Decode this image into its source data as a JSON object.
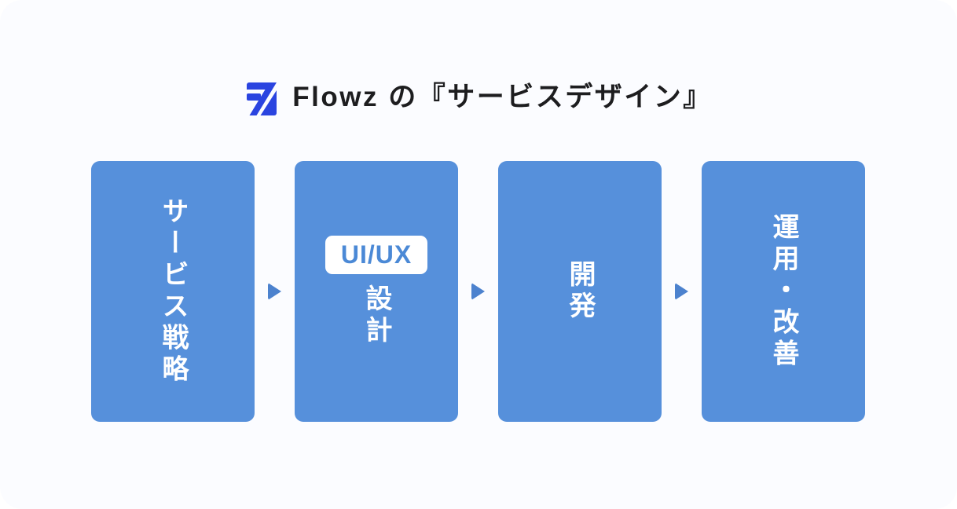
{
  "canvas": {
    "background": "#FBFCFF"
  },
  "header": {
    "logo_icon": "flowz-logo",
    "title": "Flowz の『サービスデザイン』"
  },
  "flow": {
    "direction": "left-to-right",
    "connector_icon": "arrow-right-triangle",
    "steps": [
      {
        "id": "service-strategy",
        "label": "サービス戦略"
      },
      {
        "id": "uiux-design",
        "badge": "UI/UX",
        "label": "設計"
      },
      {
        "id": "development",
        "label": "開発"
      },
      {
        "id": "operation-improvement",
        "label": "運用・改善"
      }
    ]
  },
  "colors": {
    "background": "#FBFCFF",
    "box_blue": "#5690DB",
    "box_text": "#FFFFFF",
    "arrow_blue": "#4C82CE",
    "badge_background": "#FFFFFF",
    "badge_text_blue": "#4B89D6",
    "title_text": "#1D1D1F",
    "logo_blue": "#2A44E0"
  }
}
